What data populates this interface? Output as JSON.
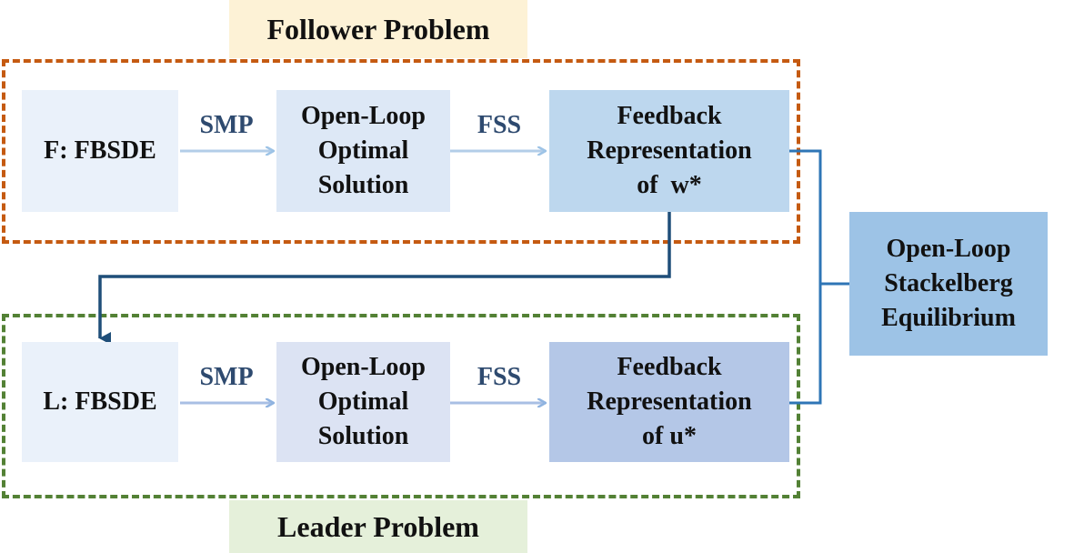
{
  "follower": {
    "title": "Follower Problem",
    "fbsde": "F: FBSDE",
    "smp": "SMP",
    "solution_lines": [
      "Open-Loop",
      "Optimal",
      "Solution"
    ],
    "fss": "FSS",
    "feedback_lines": [
      "Feedback",
      "Representation",
      "of  w*"
    ]
  },
  "leader": {
    "title": "Leader Problem",
    "fbsde": "L: FBSDE",
    "smp": "SMP",
    "solution_lines": [
      "Open-Loop",
      "Optimal",
      "Solution"
    ],
    "fss": "FSS",
    "feedback_lines": [
      "Feedback",
      "Representation",
      "of u*"
    ]
  },
  "equilibrium_lines": [
    "Open-Loop",
    "Stackelberg",
    "Equilibrium"
  ],
  "colors": {
    "follower_frame": "#c55a11",
    "leader_frame": "#538135",
    "connector": "#2e75b6",
    "down_arrow": "#1f4e79",
    "flow_arrow": "#9dc3e6"
  }
}
